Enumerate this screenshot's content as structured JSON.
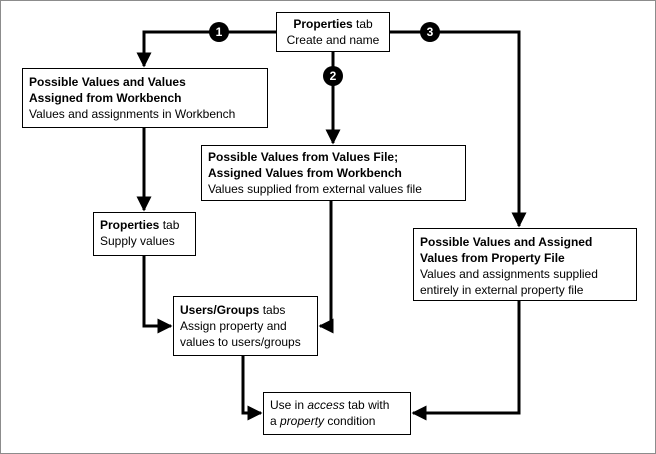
{
  "boxes": {
    "properties_create": {
      "title": "Properties",
      "title_suffix": " tab",
      "line1": "Create and name"
    },
    "workbench": {
      "title_line1": "Possible Values and Values",
      "title_line2": "Assigned from Workbench",
      "line1": "Values and assignments in Workbench"
    },
    "values_file": {
      "title_line1": "Possible Values from Values File;",
      "title_line2": "Assigned Values from Workbench",
      "line1": "Values supplied from external values file"
    },
    "property_file": {
      "title_line1": "Possible Values and Assigned",
      "title_line2": "Values from Property File",
      "line1": "Values and assignments supplied",
      "line2": "entirely in external property file"
    },
    "properties_supply": {
      "title": "Properties",
      "title_suffix": " tab",
      "line1": "Supply values"
    },
    "users_groups": {
      "title": "Users/Groups",
      "title_suffix": " tabs",
      "line1": "Assign property and",
      "line2": "values to users/groups"
    },
    "use_access": {
      "line1_pre": "Use in ",
      "line1_em": "access",
      "line1_post": " tab with",
      "line2_pre": "a ",
      "line2_em": "property",
      "line2_post": " condition"
    }
  },
  "steps": [
    "1",
    "2",
    "3"
  ]
}
